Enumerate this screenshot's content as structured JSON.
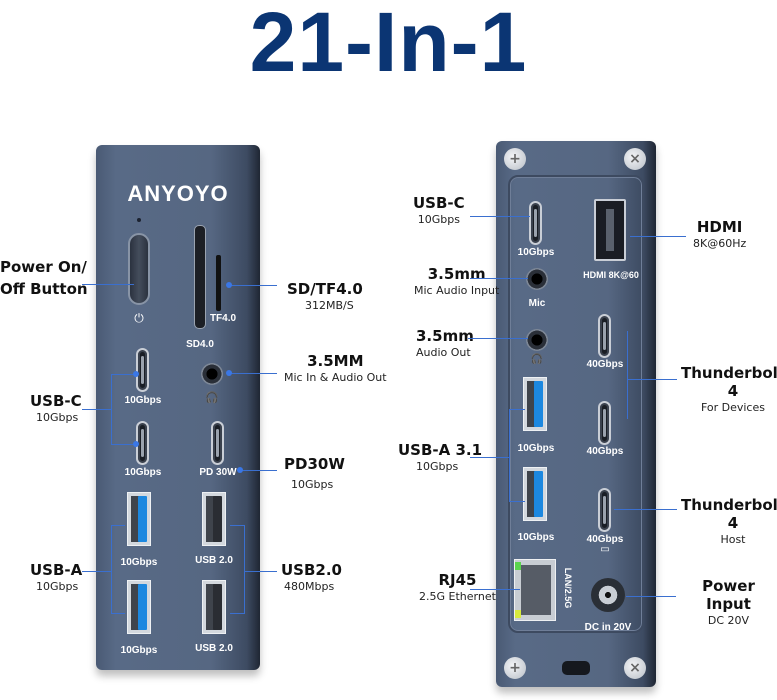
{
  "title": "21-In-1",
  "colors": {
    "title": "#0b3573",
    "device_body": "#566782",
    "leader_line": "#3a6fcf",
    "usb_a_blue": "#1c88e0"
  },
  "front": {
    "brand": "ANYOYO",
    "power_icon": "⏻",
    "headset_icon": "🎧",
    "port_labels": {
      "tf": "TF4.0",
      "sd": "SD4.0",
      "usbc1": "10Gbps",
      "usbc2": "10Gbps",
      "pd": "PD 30W",
      "usba1": "10Gbps",
      "usba2": "10Gbps",
      "usb2_1": "USB 2.0",
      "usb2_2": "USB 2.0"
    },
    "callouts": {
      "power": {
        "title": "Power On/\nOff Button"
      },
      "sd": {
        "title": "SD/TF4.0",
        "sub": "312MB/S"
      },
      "audio": {
        "title": "3.5MM",
        "sub": "Mic In & Audio Out"
      },
      "usbc": {
        "title": "USB-C",
        "sub": "10Gbps"
      },
      "pd": {
        "title": "PD30W",
        "sub": "10Gbps"
      },
      "usba": {
        "title": "USB-A",
        "sub": "10Gbps"
      },
      "usb2": {
        "title": "USB2.0",
        "sub": "480Mbps"
      }
    }
  },
  "back": {
    "port_labels": {
      "usbc": "10Gbps",
      "hdmi": "HDMI 8K@60",
      "mic": "Mic",
      "tb1": "40Gbps",
      "tb2": "40Gbps",
      "tb3": "40Gbps",
      "usba1": "10Gbps",
      "usba2": "10Gbps",
      "lan": "LAN/2.5G",
      "dc": "DC in 20V"
    },
    "callouts": {
      "usbc": {
        "title": "USB-C",
        "sub": "10Gbps"
      },
      "mic": {
        "title": "3.5mm",
        "sub": "Mic Audio Input"
      },
      "audio": {
        "title": "3.5mm",
        "sub": "Audio Out"
      },
      "usba": {
        "title": "USB-A 3.1",
        "sub": "10Gbps"
      },
      "rj45": {
        "title": "RJ45",
        "sub": "2.5G Ethernet"
      },
      "hdmi": {
        "title": "HDMI",
        "sub": "8K@60Hz"
      },
      "tb_dev": {
        "title": "Thunderbolt 4",
        "sub": "For Devices"
      },
      "tb_host": {
        "title": "Thunderbolt 4",
        "sub": "Host"
      },
      "power": {
        "title": "Power Input",
        "sub": "DC 20V"
      }
    }
  }
}
